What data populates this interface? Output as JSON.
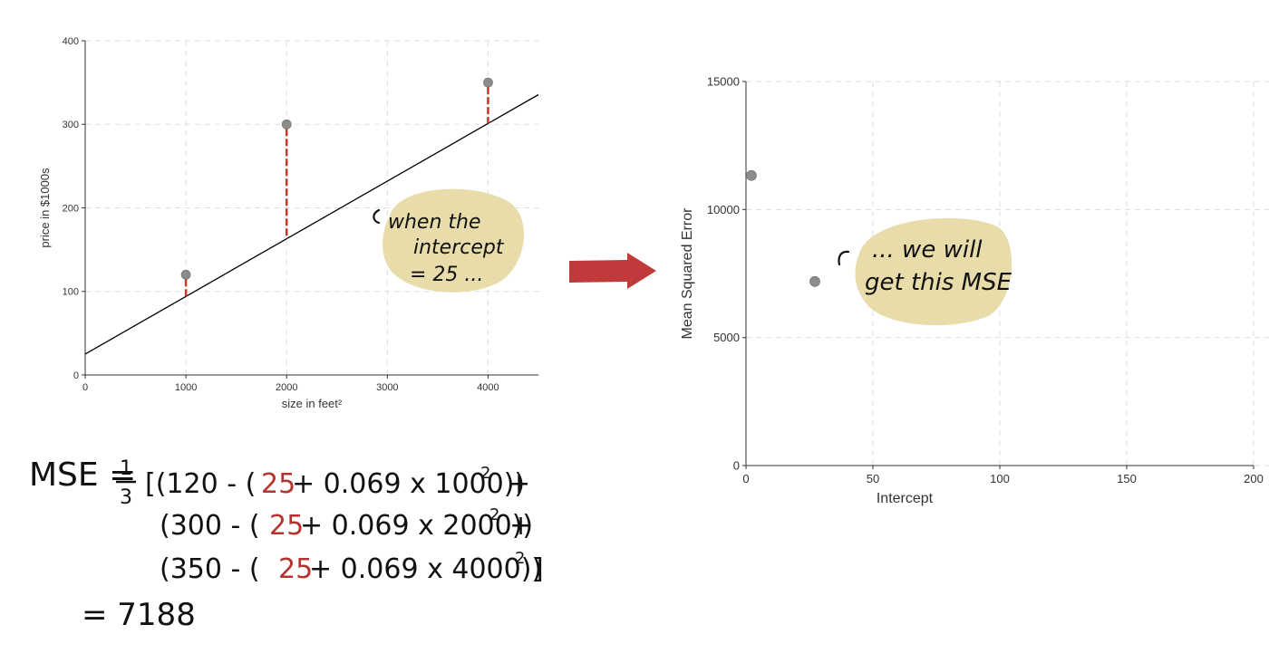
{
  "chart_data": [
    {
      "type": "scatter",
      "xlabel": "size in feet²",
      "ylabel": "price in $1000s",
      "xlim": [
        0,
        4500
      ],
      "ylim": [
        0,
        400
      ],
      "x_ticks": [
        0,
        1000,
        2000,
        3000,
        4000
      ],
      "y_ticks": [
        0,
        100,
        200,
        300,
        400
      ],
      "grid": true,
      "points": [
        {
          "x": 1000,
          "y": 120
        },
        {
          "x": 2000,
          "y": 300
        },
        {
          "x": 4000,
          "y": 350
        }
      ],
      "fit_line": {
        "intercept": 25,
        "slope": 0.069
      },
      "residuals": "dashed red vertical segments from each point to the line",
      "annotation": [
        "when the",
        "intercept",
        "= 25 ..."
      ]
    },
    {
      "type": "scatter",
      "xlabel": "Intercept",
      "ylabel": "Mean Squared Error",
      "xlim": [
        0,
        200
      ],
      "ylim": [
        0,
        15000
      ],
      "x_ticks": [
        0,
        50,
        100,
        150,
        200
      ],
      "y_ticks": [
        0,
        5000,
        10000,
        15000
      ],
      "grid": true,
      "points": [
        {
          "x": 0,
          "y": 11330
        },
        {
          "x": 25,
          "y": 7188
        }
      ],
      "annotation": [
        "... we will",
        "get this MSE"
      ]
    }
  ],
  "equation": {
    "lhs": "MSE =",
    "fraction_num": "1",
    "fraction_den": "3",
    "term1_a": "[(120 - (",
    "term2_a": "(300 - (",
    "term3_a": "(350 - (",
    "highlight": "25",
    "term1_b": "+ 0.069 x 1000))",
    "term2_b": "+ 0.069 x 2000))",
    "term3_b": "+ 0.069 x 4000))",
    "sq": "2",
    "plus": "+",
    "close": "]",
    "result": "=  7188"
  },
  "colors": {
    "point": "#8c8c8c",
    "residual": "#c0392b",
    "line": "#000000",
    "highlight_blob": "#e8dcaa",
    "arrow": "#c0393b",
    "grid": "#dddddd"
  }
}
